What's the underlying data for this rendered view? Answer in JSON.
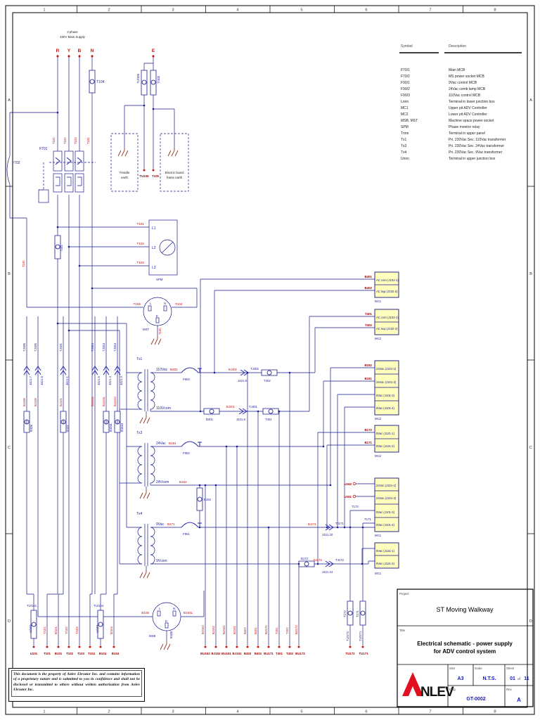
{
  "frame": {
    "cols": [
      "1",
      "2",
      "3",
      "4",
      "5",
      "6",
      "7",
      "8"
    ],
    "rows": [
      "A",
      "B",
      "C",
      "D"
    ]
  },
  "supply": {
    "l1": "3 phase",
    "l2": "400V Main Supply",
    "r": "R",
    "y": "Y",
    "b": "B",
    "n": "N",
    "e": "E"
  },
  "top": {
    "t104_fuse": "T104",
    "f701": "F701",
    "f702": "F702",
    "tu105_fuse": "TU/105",
    "t105_fuse": "T/105",
    "tu105_term": "TU105",
    "t105_term": "T105",
    "treadle1": "Treadle",
    "treadle2": "earth",
    "board1": "Electric board",
    "board2": "frame earth",
    "drop1": "T101",
    "drop2": "T102",
    "drop3": "T103",
    "drop4": "T104",
    "t106_v": "T106"
  },
  "spm": {
    "name": "SPM",
    "l1": "L1",
    "l2": "L2",
    "l3": "L3",
    "w1": "T101",
    "w2": "T102",
    "w3": "T103",
    "fuse": "T101"
  },
  "mst": {
    "name": "MST",
    "l": "L",
    "n": "N",
    "e": "E",
    "left": "T106",
    "right": "T104",
    "down": "T100"
  },
  "tx1": {
    "name": "Tx1",
    "sec": "110Vac",
    "secw": "B402",
    "mcb": "F903",
    "com": "110Vcom"
  },
  "tx3": {
    "name": "Tx3",
    "sec": "24Vac",
    "secw": "B161",
    "mcb": "F902",
    "com": "24Vcom",
    "comw": "B162",
    "fuse": "B162"
  },
  "tx4": {
    "name": "Tx4",
    "sec": "9Vac",
    "secw": "B171",
    "mcb": "F901",
    "com": "9Vcom",
    "fuse": "B172"
  },
  "run110": {
    "bj402": "BJ402",
    "j9": "J421.9",
    "tj402": "TJ402",
    "t402": "T402",
    "b401": "B401",
    "bj401": "BJ401",
    "j8": "J421.8",
    "tj401": "TJ401",
    "t401": "T401"
  },
  "run9": {
    "bj171": "BJ171",
    "j20": "J421.20",
    "tj171": "TJ171",
    "t172": "T172",
    "t171": "T171",
    "u162": "U162",
    "u161": "U161",
    "bj172": "BJ172",
    "j24": "J421.24",
    "tj172": "TJ172"
  },
  "drops": [
    {
      "top": "TJ106",
      "j": "J421.7",
      "bot": "BJ106",
      "fuse": "B106"
    },
    {
      "top": "TJ105",
      "j": "J421.6",
      "bot": "BJ105",
      "fuse": ""
    },
    {
      "top": "TJ101",
      "j": "J421.1",
      "bot": "BJ101",
      "fuse": "B101"
    },
    {
      "top": "TJ104",
      "j": "J421.5",
      "bot": "BJ104L",
      "fuse": "B104L"
    },
    {
      "top": "TJ104",
      "j": "J421.4",
      "bot": "BJ104L",
      "fuse": ""
    },
    {
      "top": "TJ104",
      "j": "J421.3",
      "bot": "BJ104J",
      "fuse": "B104J"
    }
  ],
  "boxes": [
    {
      "name": "MC1",
      "rows": [
        "AC com (J102-1)",
        "AC sup (J102-2)"
      ],
      "wires": [
        "B401",
        "B402"
      ]
    },
    {
      "name": "MC2",
      "rows": [
        "AC com (J102-1)",
        "AC sup (J102-2)"
      ],
      "wires": [
        "T401",
        "T402"
      ]
    },
    {
      "name": "MC2",
      "rows": [
        "24Vac (J101-1)",
        "24Vac (J101-2)",
        "9Vac (J101-3)",
        "9Vac (J101-4)"
      ],
      "wires": [
        "B162",
        "B161"
      ]
    },
    {
      "name": "MC2",
      "rows": [
        "9Vac (J121-1)",
        "9Vac (J121-2)"
      ],
      "wires": [
        "B172",
        "B171"
      ]
    },
    {
      "name": "MC1",
      "rows": [
        "24Vac (J101-1)",
        "24Vac (J101-2)",
        "9Vac (J101-3)",
        "9Vac (J101-4)"
      ],
      "wires": [
        "U162",
        "U161",
        "T172",
        "T171"
      ]
    },
    {
      "name": "MC1",
      "rows": [
        "9Vac (J121-1)",
        "9Vac (J121-2)"
      ],
      "wires": [
        "BJ172",
        "TJ172"
      ]
    }
  ],
  "bottom": {
    "tu101": "TU/101",
    "u101_body": "U/101",
    "tu104": "TU/104",
    "u104_body": "U/104",
    "lw": [
      "T/101",
      "B/101",
      "T/102",
      "T/103",
      "B/104"
    ],
    "lterm": [
      "U101",
      "T101",
      "B101",
      "T102",
      "T103",
      "T104",
      "B104",
      "B104"
    ],
    "mv": [
      "BU162",
      "BJ162",
      "BU161",
      "BJ161",
      "B402",
      "B401",
      "BU171",
      "T401",
      "T402",
      "BU172"
    ],
    "mterm": [
      "BU162",
      "BJ162",
      "BU161",
      "BJ161",
      "B402",
      "B401",
      "BU171",
      "T401",
      "T402",
      "BU172"
    ],
    "t172_fuse": "T172",
    "t171_fuse": "T171",
    "tu172_v": "TU/172",
    "tu171_v": "TU/171",
    "rterm": [
      "TU172",
      "TU171"
    ],
    "msb": {
      "name": "MSB",
      "l": "L",
      "n": "N",
      "e": "E",
      "left": "B105",
      "right": "B104L",
      "down": "B100"
    }
  },
  "symbol_table": {
    "h1": "Symbol",
    "h2": "Description",
    "rows": [
      [
        "F70/1",
        "Main MCB"
      ],
      [
        "F70/2",
        "MS power socket MCB"
      ],
      [
        "F90/1",
        "9Vac control MCB"
      ],
      [
        "F90/2",
        "24Vac comb lamp MCB"
      ],
      [
        "F90/3",
        "110Vac control MCB"
      ],
      [
        "Lnnn",
        "Terminal in lower junction box"
      ],
      [
        "MC1",
        "Upper pit ADV Controller"
      ],
      [
        "MC2",
        "Lower pit ADV Controller"
      ],
      [
        "MSB, MST",
        "Machine space power socket"
      ],
      [
        "SPM",
        "Phase monitor relay"
      ],
      [
        "Tnnn",
        "Terminal in upper panel"
      ],
      [
        "Tx1",
        "Pri. 230Vac Sec. 110Vac transformer"
      ],
      [
        "Tx3",
        "Pri. 230Vac Sec. 24Vac transformer"
      ],
      [
        "Tx4",
        "Pri. 230Vac Sec. 9Vac transformer"
      ],
      [
        "Unnn",
        "Terminal in upper junction box"
      ]
    ]
  },
  "title_block": {
    "project_label": "Project",
    "project": "ST Moving Walkway",
    "title_label": "Title",
    "title1": "Electrical schematic - power supply",
    "title2": "for ADV control system",
    "logo_first": "A",
    "logo_rest": "NLEV",
    "size_label": "Size",
    "size": "A3",
    "scale_label": "Scale",
    "scale": "N.T.S.",
    "sheet_label": "Sheet",
    "sheet": "01",
    "sheet_of": "of",
    "sheet_total": "11",
    "dwg_label": "Dwg",
    "dwg": "GT-0002",
    "rev_label": "Rev.",
    "rev": "A"
  },
  "disclaimer": "This document is the property of Anlev Elevator Inc. and contains information of a proprietary nature and is submitted to you in confidence and shall not be disclosed or transmitted to others without written authorization from Anlev Elevator Inc."
}
